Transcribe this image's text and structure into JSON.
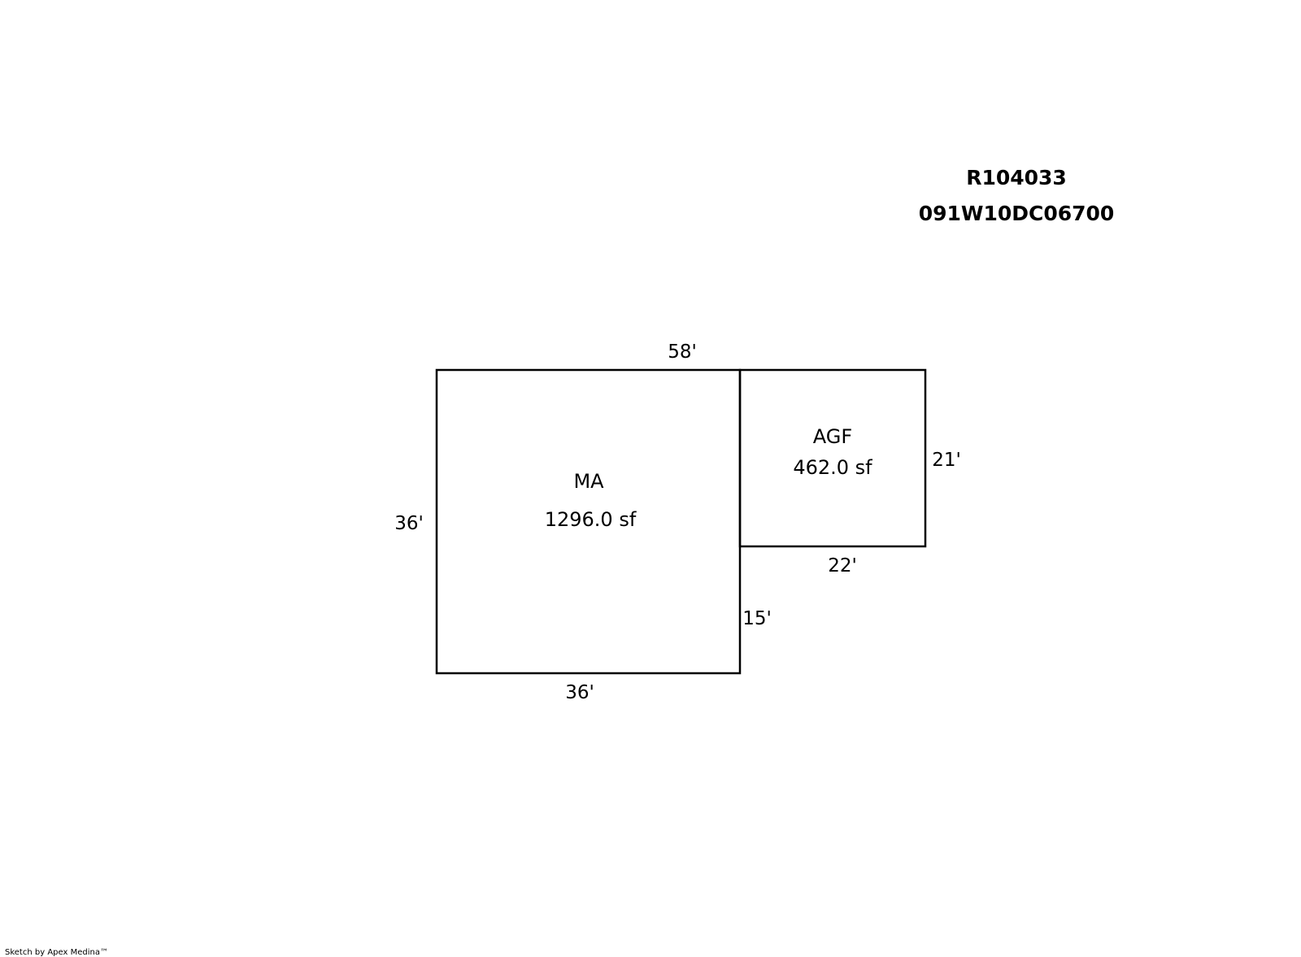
{
  "header": {
    "parcel_id": "R104033",
    "map_number": "091W10DC06700"
  },
  "areas": [
    {
      "code": "MA",
      "area": "1296.0 sf"
    },
    {
      "code": "AGF",
      "area": "462.0 sf"
    }
  ],
  "dimensions": {
    "top": "58'",
    "left": "36'",
    "bottom": "36'",
    "agf_right": "21'",
    "agf_bottom": "22'",
    "ma_right_lower": "15'"
  },
  "footer": {
    "credit": "Sketch by Apex Medina™"
  }
}
